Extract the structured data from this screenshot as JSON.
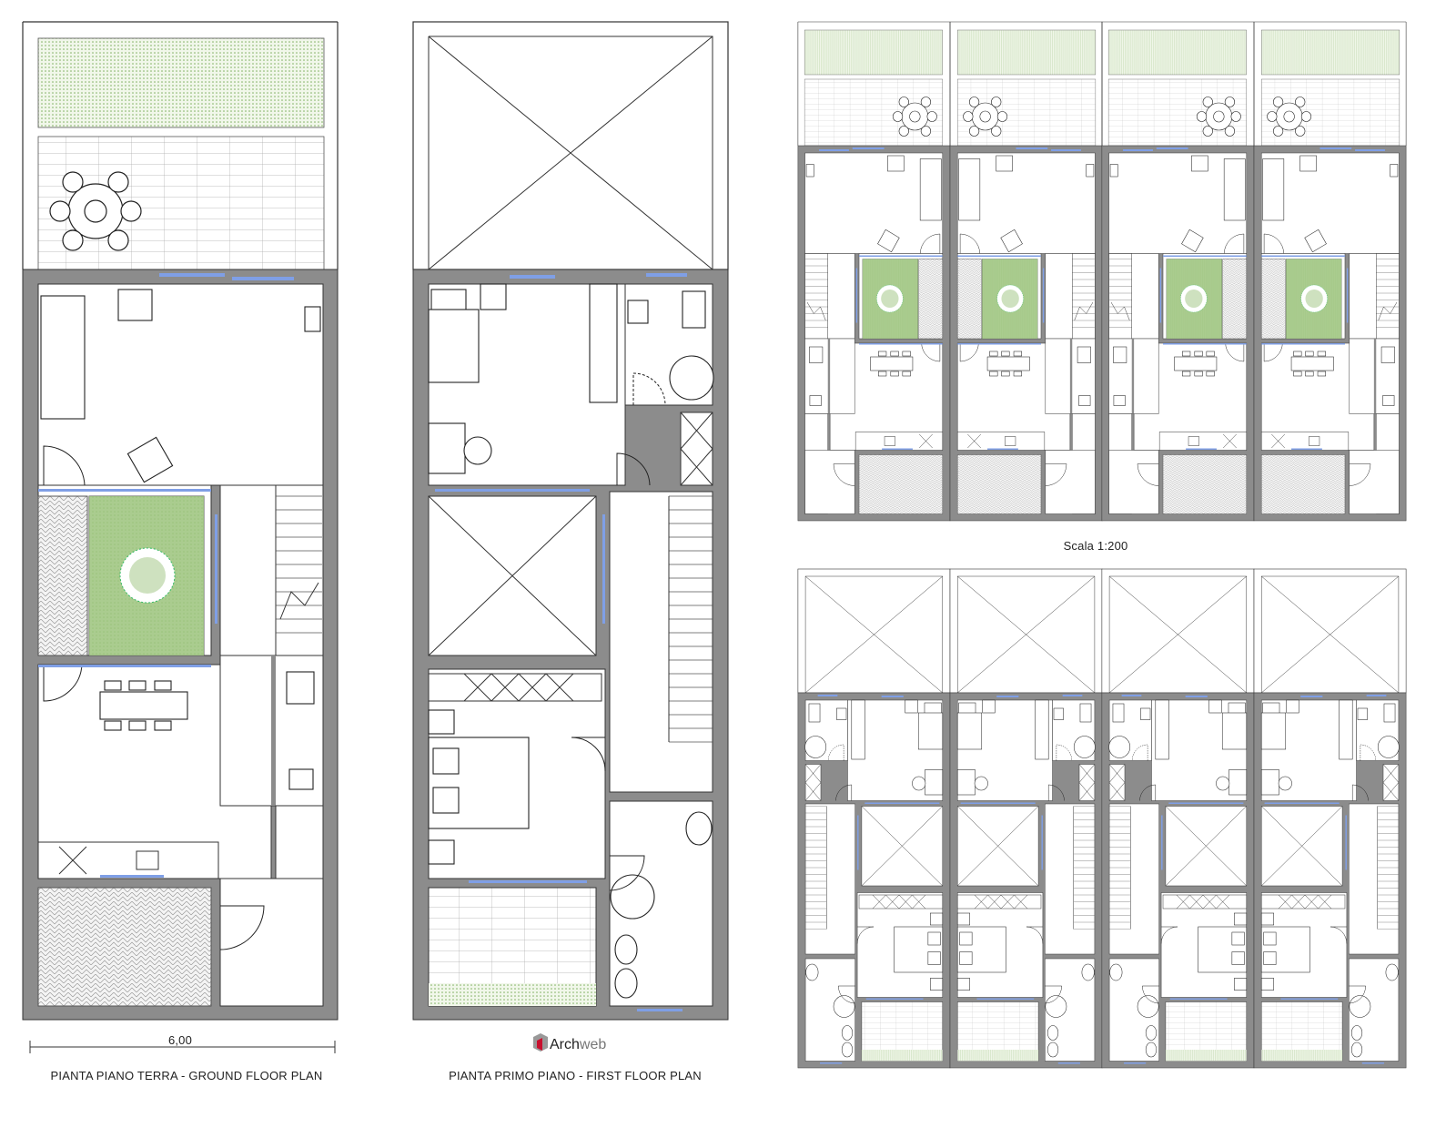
{
  "ground_floor": {
    "title": "PIANTA PIANO TERRA - GROUND FLOOR PLAN",
    "dimension": "6,00"
  },
  "first_floor": {
    "title": "PIANTA PRIMO PIANO - FIRST FLOOR PLAN"
  },
  "row_plans": {
    "scale_label": "Scala 1:200"
  },
  "logo": {
    "text_main": "Arch",
    "text_accent": "web"
  },
  "colors": {
    "wall": "#8c8c8c",
    "window": "#7f9fe6",
    "courtyard_green": "#9dc47f",
    "garden_green": "#eaf3e0",
    "logo_red": "#c8102e"
  }
}
